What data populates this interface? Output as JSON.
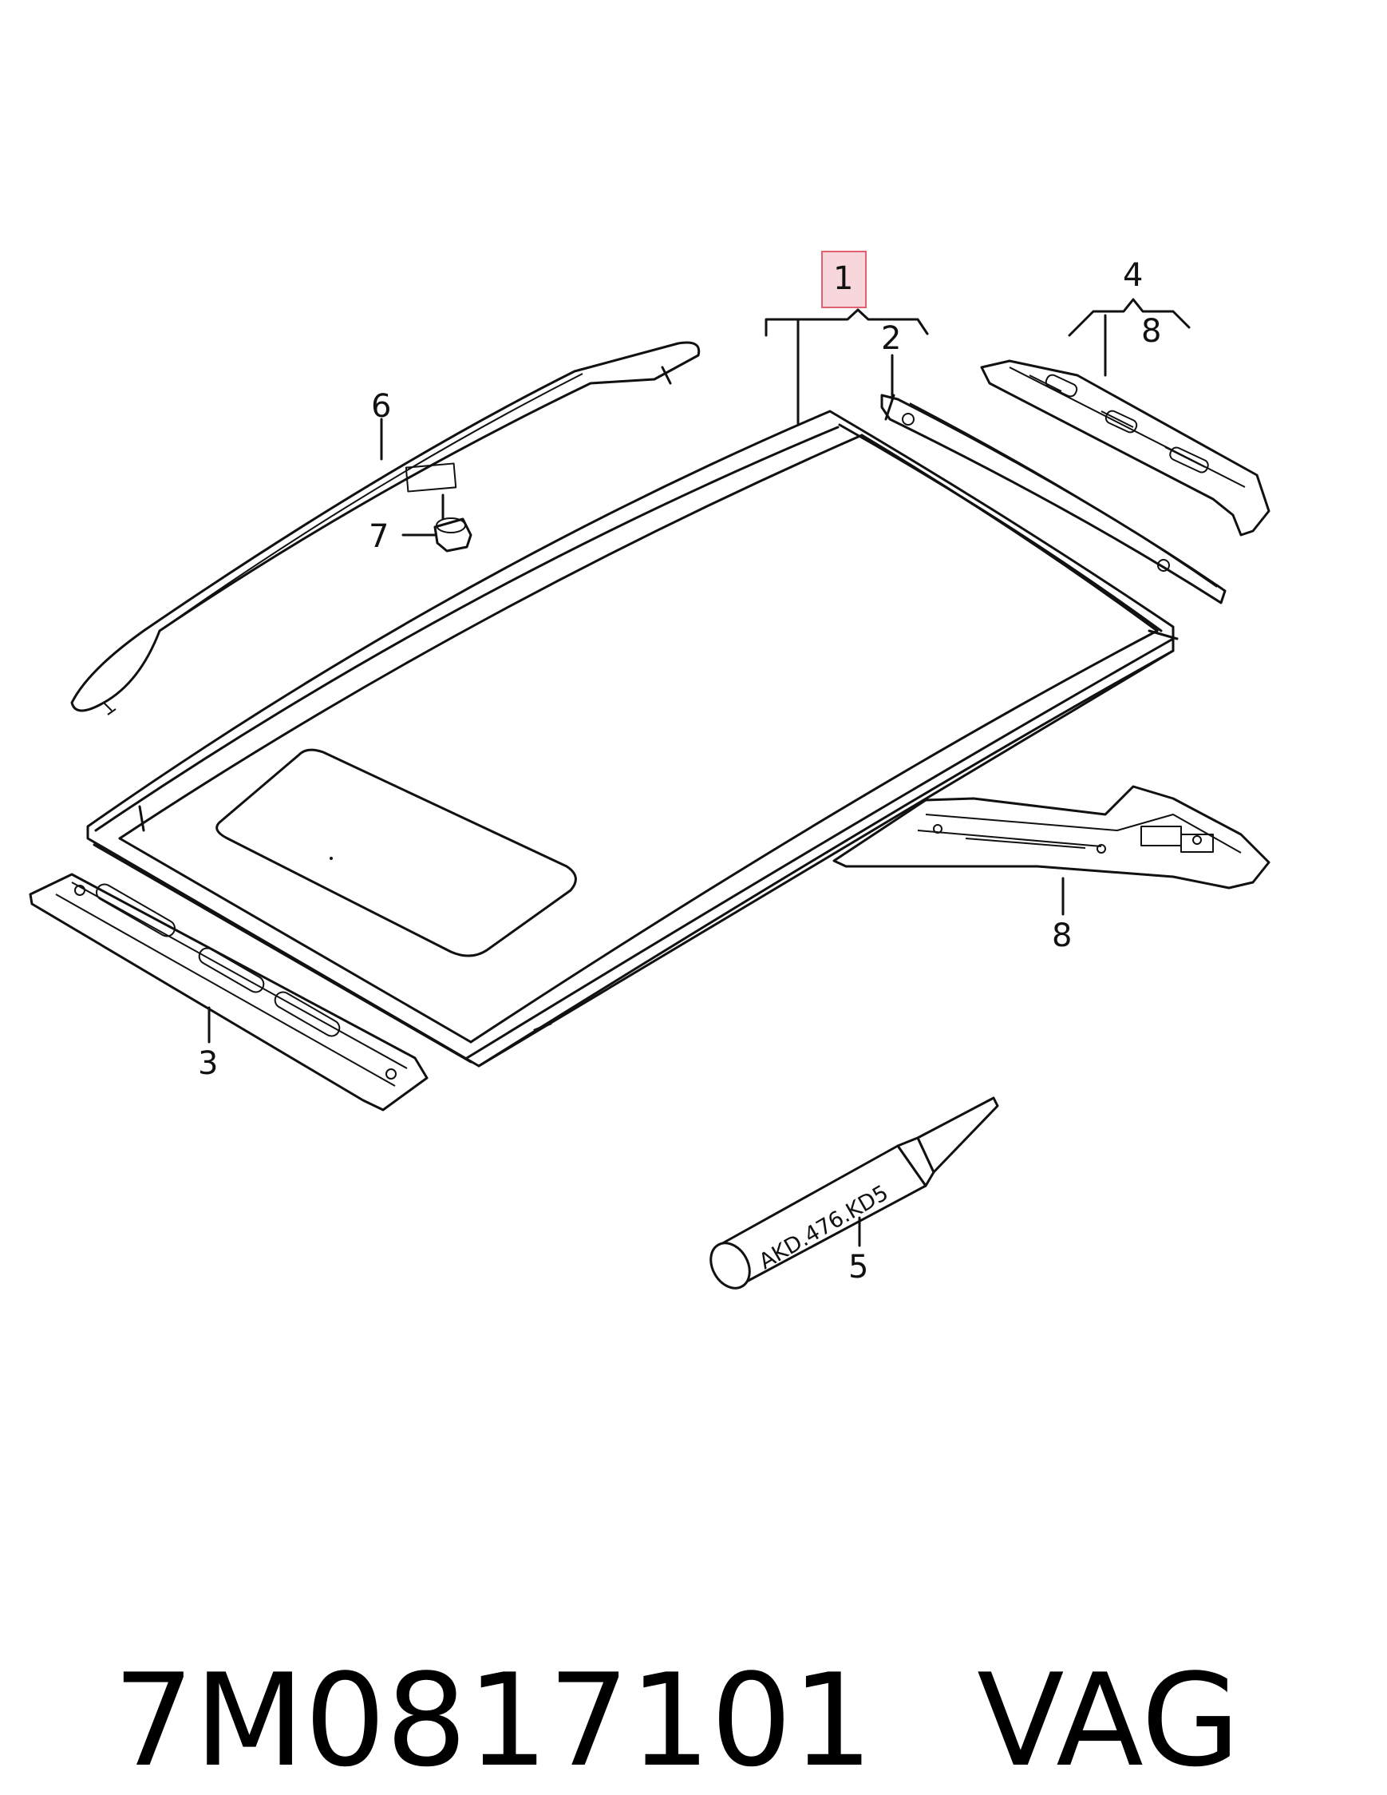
{
  "callouts": {
    "c1": "1",
    "c2": "2",
    "c3": "3",
    "c4": "4",
    "c4_8": "8",
    "c5": "5",
    "c6": "6",
    "c7": "7",
    "c8": "8"
  },
  "tube_label": "AKD.476.KD5",
  "highlight_color": "#f8d7dc",
  "highlight_border": "#e06070",
  "footer": {
    "part_number": "7M0817101",
    "brand": "VAG"
  }
}
